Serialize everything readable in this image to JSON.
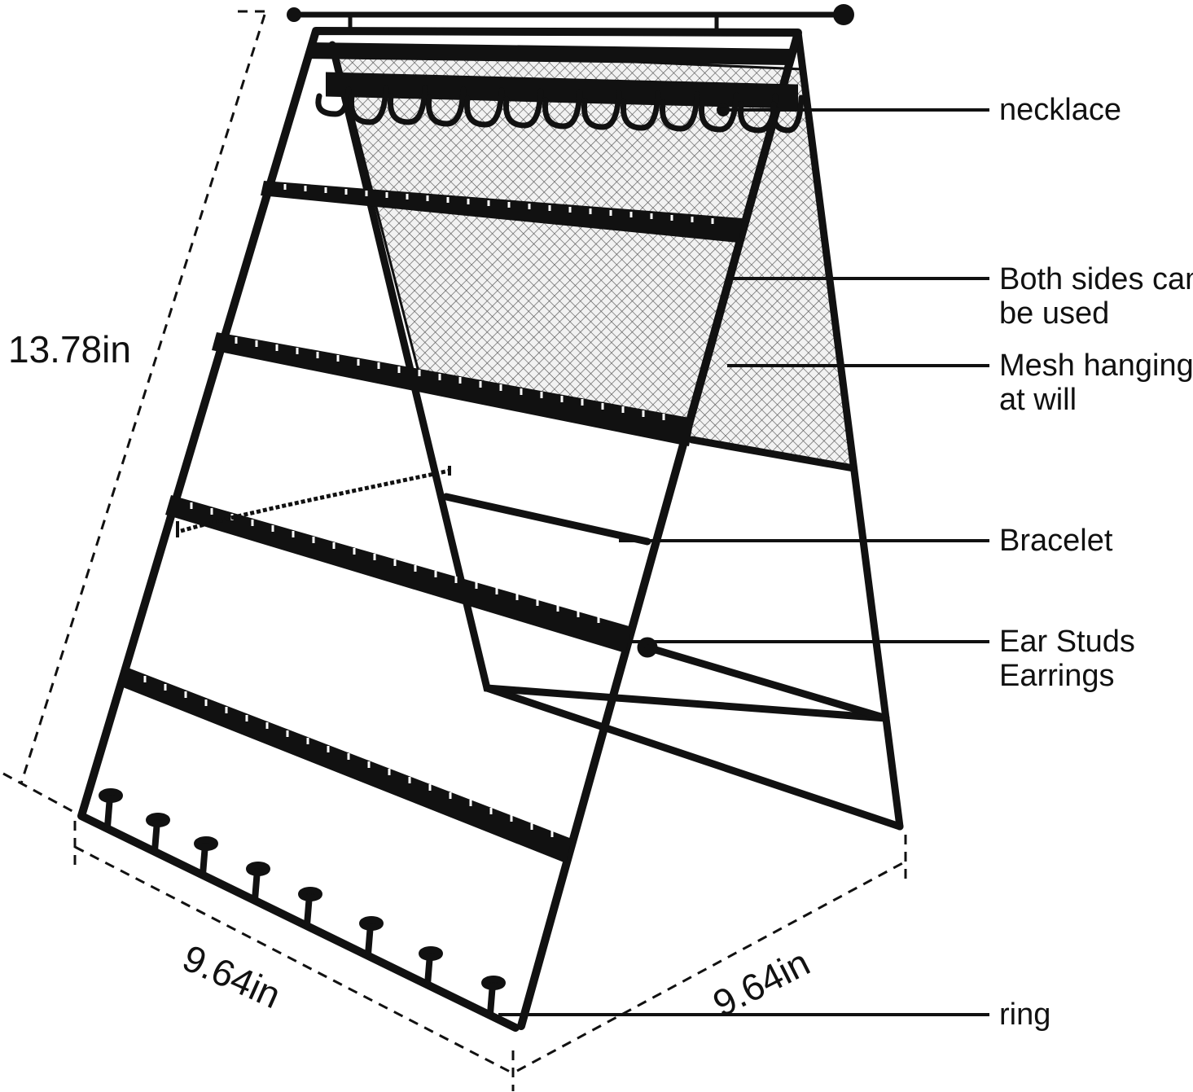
{
  "dimensions": {
    "height": "13.78in",
    "width_front": "9.64in",
    "width_side": "9.64in"
  },
  "callouts": {
    "necklace": "necklace",
    "both_sides": [
      "Both sides can",
      "be used"
    ],
    "mesh": [
      "Mesh hanging",
      "at will"
    ],
    "bracelet": "Bracelet",
    "ear_studs": [
      "Ear Studs",
      "Earrings"
    ],
    "ring": "ring"
  },
  "colors": {
    "frame": "#111111",
    "mesh": "#c9c9c9",
    "text": "#111111"
  },
  "icons": {
    "product": "jewelry-display-stand-icon"
  }
}
